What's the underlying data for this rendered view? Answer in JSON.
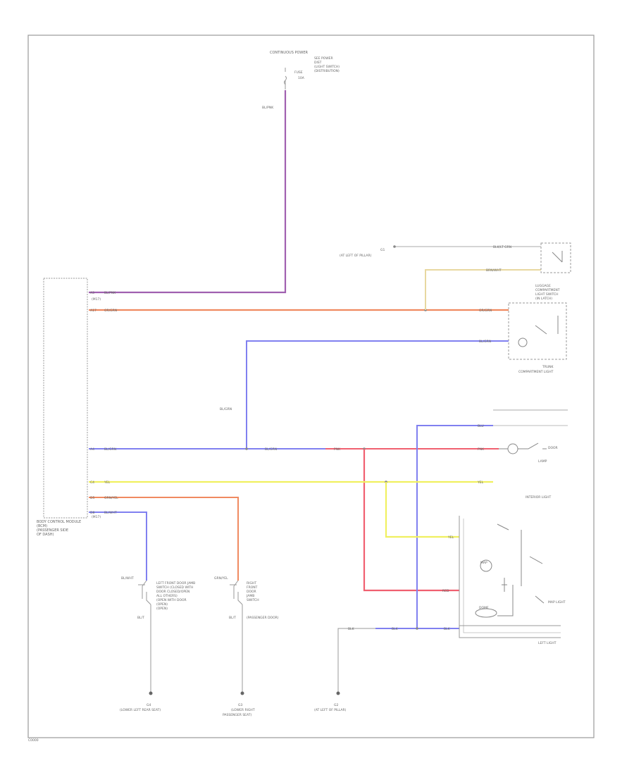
{
  "colors": {
    "pink_wire": "#a060b0",
    "orange_wire": "#f08a60",
    "blue_wire": "#8080f0",
    "yellow_wire": "#f0f060",
    "red_wire": "#f06070",
    "tan_wire": "#e8d8a0",
    "gray_wire": "#999999",
    "frame": "#999999"
  },
  "power_source": {
    "title": "CONTINUOUS POWER",
    "lines": [
      "SEE POWER",
      "DIST",
      "(LIGHT SWITCH)",
      "(DISTRIBUTION)"
    ],
    "fuse_label": "FUSE",
    "fuse_amp": "10A"
  },
  "bcm": {
    "label_lines": [
      "BODY CONTROL MODULE",
      "(BCM)",
      "(PASSENGER SIDE",
      "OF DASH)"
    ],
    "pins": [
      {
        "num": "A3",
        "wire": "BL/PNK",
        "note": "(M17)"
      },
      {
        "num": "A17",
        "wire": "OR/GRN"
      },
      {
        "num": "A4",
        "wire": "BL/GRN"
      },
      {
        "num": "C4",
        "wire": "YEL"
      },
      {
        "num": "D5",
        "wire": "GRN/YEL"
      },
      {
        "num": "D8",
        "wire": "BL/WHT",
        "note": "(M17)"
      }
    ]
  },
  "wires": {
    "pink_vertical": "BL/PNK",
    "blue_vertical": "BL/GRN",
    "blue_mid": "BL/GRN",
    "red_mid": "PNK",
    "red_right": "PNK",
    "blue_top_right": "BLU",
    "yellow_right": "YEL",
    "yellow_lower": "YEL",
    "red_lower": "RED",
    "blue_lower_left": "BLK",
    "blue_lower_mid": "BLK",
    "blue_lower_right": "BLK",
    "orange_right": "OR/GRN",
    "tan_right": "BRN/WHT",
    "gray_top": "BLK/LT GRN",
    "blue_right": "BL/GRN",
    "left_switch_wire": "BL/WHT",
    "mid_switch_wire": "GRN/YEL"
  },
  "ground_top": {
    "id": "G1",
    "label": "(AT LEFT OF PILLAR)"
  },
  "trunk_switch": {
    "lines": [
      "LUGGAGE",
      "COMPARTMENT",
      "LIGHT SWITCH",
      "(IN LATCH)"
    ]
  },
  "trunk_lamp": {
    "lines": [
      "TRUNK",
      "COMPARTMENT LIGHT"
    ]
  },
  "dome_area": {
    "switch_label": "DOOR",
    "lamp_label": "LAMP",
    "interior_unit": "INTERIOR LIGHT"
  },
  "map_unit": {
    "bulb_top": "MAP",
    "bulb_bottom": "DOME",
    "side_label": "MAP LIGHT",
    "bottom_label": "LEFT LIGHT"
  },
  "left_switch": {
    "label_lines": [
      "LEFT FRONT DOOR JAMB",
      "SWITCH (CLOSED WITH",
      "DOOR CLOSED/OPEN",
      "ALL OTHERS)",
      "(OPEN WITH DOOR",
      "(OPEN)",
      "(OPEN)"
    ],
    "pin": "BL/T"
  },
  "mid_switch": {
    "label_lines": [
      "RIGHT",
      "FRONT",
      "DOOR",
      "JAMB",
      "SWITCH",
      "(PASSENGER DOOR)"
    ],
    "pin": "BL/T"
  },
  "grounds": [
    {
      "id": "G4",
      "label": "(LOWER LEFT REAR SEAT)"
    },
    {
      "id": "G3",
      "label_lines": [
        "(LOWER RIGHT",
        "PASSENGER SEAT)"
      ]
    },
    {
      "id": "G2",
      "label": "(AT LEFT OF PILLAR)"
    }
  ],
  "page_number": "C0000"
}
